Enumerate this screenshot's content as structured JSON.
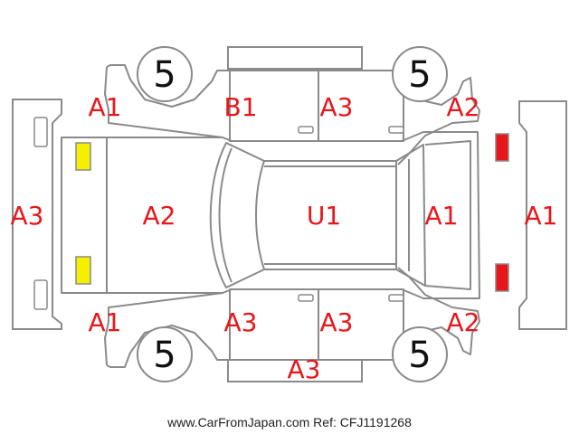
{
  "diagram": {
    "wheels": {
      "top_left": "5",
      "top_right": "5",
      "bottom_left": "5",
      "bottom_right": "5"
    },
    "codes": {
      "front_bumper": "A3",
      "front_fender_left_top": "A1",
      "front_fender_left_bottom": "A1",
      "hood": "A2",
      "front_door_top": "B1",
      "rear_door_top": "A3",
      "front_door_bottom": "A3",
      "rear_door_bottom": "A3",
      "rocker_bottom": "A3",
      "roof": "U1",
      "rear_quarter_top": "A2",
      "rear_quarter_bottom": "A2",
      "trunk": "A1",
      "rear_bumper": "A1"
    },
    "colors": {
      "marker_yellow": "#f5f000",
      "marker_red": "#e8161b",
      "code_red": "#e8161b",
      "outline_gray": "#8a8a8a"
    }
  },
  "footer": {
    "site_text": "www.CarFromJapan.com Ref: CFJ1191268"
  }
}
